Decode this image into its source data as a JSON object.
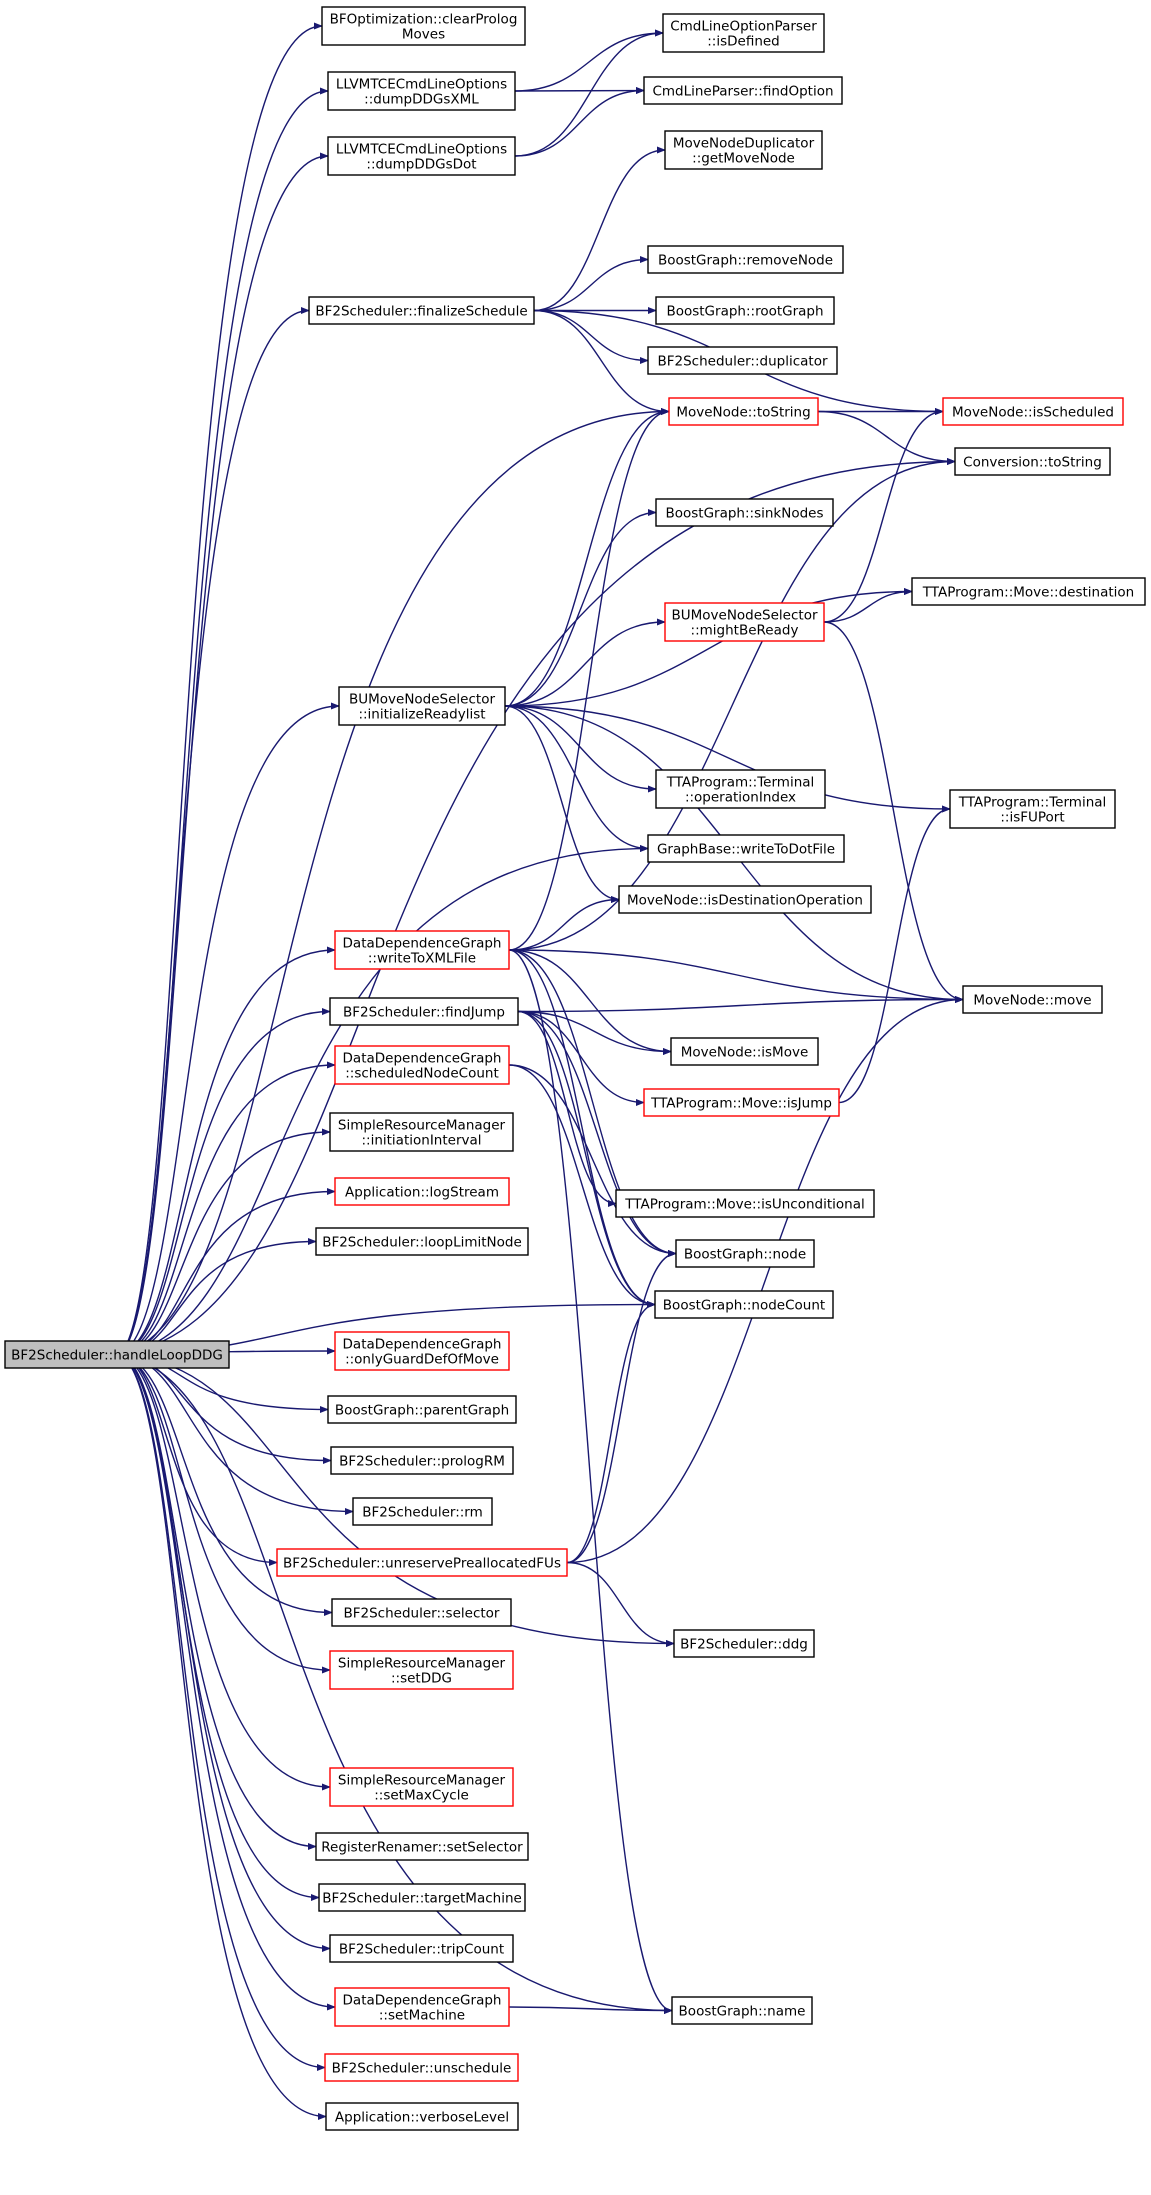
{
  "colors": {
    "edge": "#191970",
    "normal_border": "#000000",
    "truncated_border": "#ff0000",
    "root_fill": "#bfbfbf",
    "node_fill": "#ffffff"
  },
  "nodes": [
    {
      "id": "root",
      "lines": [
        "BF2Scheduler::handleLoopDDG"
      ],
      "style": "root"
    },
    {
      "id": "clearProlog",
      "lines": [
        "BFOptimization::clearProlog",
        "Moves"
      ],
      "style": "normal"
    },
    {
      "id": "dumpXML",
      "lines": [
        "LLVMTCECmdLineOptions",
        "::dumpDDGsXML"
      ],
      "style": "normal"
    },
    {
      "id": "dumpDot",
      "lines": [
        "LLVMTCECmdLineOptions",
        "::dumpDDGsDot"
      ],
      "style": "normal"
    },
    {
      "id": "isDefined",
      "lines": [
        "CmdLineOptionParser",
        "::isDefined"
      ],
      "style": "normal"
    },
    {
      "id": "findOption",
      "lines": [
        "CmdLineParser::findOption"
      ],
      "style": "normal"
    },
    {
      "id": "getMoveNode",
      "lines": [
        "MoveNodeDuplicator",
        "::getMoveNode"
      ],
      "style": "normal"
    },
    {
      "id": "finalize",
      "lines": [
        "BF2Scheduler::finalizeSchedule"
      ],
      "style": "normal"
    },
    {
      "id": "removeNode",
      "lines": [
        "BoostGraph::removeNode"
      ],
      "style": "normal"
    },
    {
      "id": "rootGraph",
      "lines": [
        "BoostGraph::rootGraph"
      ],
      "style": "normal"
    },
    {
      "id": "duplicator",
      "lines": [
        "BF2Scheduler::duplicator"
      ],
      "style": "normal"
    },
    {
      "id": "mnToString",
      "lines": [
        "MoveNode::toString"
      ],
      "style": "truncated"
    },
    {
      "id": "isScheduled",
      "lines": [
        "MoveNode::isScheduled"
      ],
      "style": "truncated"
    },
    {
      "id": "convToString",
      "lines": [
        "Conversion::toString"
      ],
      "style": "normal"
    },
    {
      "id": "sinkNodes",
      "lines": [
        "BoostGraph::sinkNodes"
      ],
      "style": "normal"
    },
    {
      "id": "mightBeReady",
      "lines": [
        "BUMoveNodeSelector",
        "::mightBeReady"
      ],
      "style": "truncated"
    },
    {
      "id": "destination",
      "lines": [
        "TTAProgram::Move::destination"
      ],
      "style": "normal"
    },
    {
      "id": "initReady",
      "lines": [
        "BUMoveNodeSelector",
        "::initializeReadylist"
      ],
      "style": "normal"
    },
    {
      "id": "opIndex",
      "lines": [
        "TTAProgram::Terminal",
        "::operationIndex"
      ],
      "style": "normal"
    },
    {
      "id": "isFUPort",
      "lines": [
        "TTAProgram::Terminal",
        "::isFUPort"
      ],
      "style": "normal"
    },
    {
      "id": "writeDot",
      "lines": [
        "GraphBase::writeToDotFile"
      ],
      "style": "normal"
    },
    {
      "id": "isDestOp",
      "lines": [
        "MoveNode::isDestinationOperation"
      ],
      "style": "normal"
    },
    {
      "id": "writeXML",
      "lines": [
        "DataDependenceGraph",
        "::writeToXMLFile"
      ],
      "style": "truncated"
    },
    {
      "id": "mnMove",
      "lines": [
        "MoveNode::move"
      ],
      "style": "normal"
    },
    {
      "id": "findJump",
      "lines": [
        "BF2Scheduler::findJump"
      ],
      "style": "normal"
    },
    {
      "id": "isMove",
      "lines": [
        "MoveNode::isMove"
      ],
      "style": "normal"
    },
    {
      "id": "schedCount",
      "lines": [
        "DataDependenceGraph",
        "::scheduledNodeCount"
      ],
      "style": "truncated"
    },
    {
      "id": "isJump",
      "lines": [
        "TTAProgram::Move::isJump"
      ],
      "style": "truncated"
    },
    {
      "id": "initInterval",
      "lines": [
        "SimpleResourceManager",
        "::initiationInterval"
      ],
      "style": "normal"
    },
    {
      "id": "logStream",
      "lines": [
        "Application::logStream"
      ],
      "style": "truncated"
    },
    {
      "id": "isUncond",
      "lines": [
        "TTAProgram::Move::isUnconditional"
      ],
      "style": "normal"
    },
    {
      "id": "loopLimit",
      "lines": [
        "BF2Scheduler::loopLimitNode"
      ],
      "style": "normal"
    },
    {
      "id": "bgNode",
      "lines": [
        "BoostGraph::node"
      ],
      "style": "normal"
    },
    {
      "id": "nodeCount",
      "lines": [
        "BoostGraph::nodeCount"
      ],
      "style": "normal"
    },
    {
      "id": "onlyGuard",
      "lines": [
        "DataDependenceGraph",
        "::onlyGuardDefOfMove"
      ],
      "style": "truncated"
    },
    {
      "id": "parentGraph",
      "lines": [
        "BoostGraph::parentGraph"
      ],
      "style": "normal"
    },
    {
      "id": "prologRM",
      "lines": [
        "BF2Scheduler::prologRM"
      ],
      "style": "normal"
    },
    {
      "id": "rm",
      "lines": [
        "BF2Scheduler::rm"
      ],
      "style": "normal"
    },
    {
      "id": "unreserve",
      "lines": [
        "BF2Scheduler::unreservePreallocatedFUs"
      ],
      "style": "truncated"
    },
    {
      "id": "selector",
      "lines": [
        "BF2Scheduler::selector"
      ],
      "style": "normal"
    },
    {
      "id": "ddg",
      "lines": [
        "BF2Scheduler::ddg"
      ],
      "style": "normal"
    },
    {
      "id": "setDDG",
      "lines": [
        "SimpleResourceManager",
        "::setDDG"
      ],
      "style": "truncated"
    },
    {
      "id": "setMaxCycle",
      "lines": [
        "SimpleResourceManager",
        "::setMaxCycle"
      ],
      "style": "truncated"
    },
    {
      "id": "setSelector",
      "lines": [
        "RegisterRenamer::setSelector"
      ],
      "style": "normal"
    },
    {
      "id": "targetMachine",
      "lines": [
        "BF2Scheduler::targetMachine"
      ],
      "style": "normal"
    },
    {
      "id": "tripCount",
      "lines": [
        "BF2Scheduler::tripCount"
      ],
      "style": "normal"
    },
    {
      "id": "setMachine",
      "lines": [
        "DataDependenceGraph",
        "::setMachine"
      ],
      "style": "truncated"
    },
    {
      "id": "bgName",
      "lines": [
        "BoostGraph::name"
      ],
      "style": "normal"
    },
    {
      "id": "unschedule",
      "lines": [
        "BF2Scheduler::unschedule"
      ],
      "style": "truncated"
    },
    {
      "id": "verbose",
      "lines": [
        "Application::verboseLevel"
      ],
      "style": "normal"
    }
  ],
  "edges": [
    [
      "root",
      "clearProlog"
    ],
    [
      "root",
      "dumpXML"
    ],
    [
      "root",
      "dumpDot"
    ],
    [
      "root",
      "finalize"
    ],
    [
      "root",
      "mnToString"
    ],
    [
      "root",
      "convToString"
    ],
    [
      "root",
      "initReady"
    ],
    [
      "root",
      "writeDot"
    ],
    [
      "root",
      "writeXML"
    ],
    [
      "root",
      "findJump"
    ],
    [
      "root",
      "schedCount"
    ],
    [
      "root",
      "initInterval"
    ],
    [
      "root",
      "logStream"
    ],
    [
      "root",
      "loopLimit"
    ],
    [
      "root",
      "nodeCount"
    ],
    [
      "root",
      "onlyGuard"
    ],
    [
      "root",
      "parentGraph"
    ],
    [
      "root",
      "prologRM"
    ],
    [
      "root",
      "rm"
    ],
    [
      "root",
      "unreserve"
    ],
    [
      "root",
      "selector"
    ],
    [
      "root",
      "ddg"
    ],
    [
      "root",
      "setDDG"
    ],
    [
      "root",
      "setMaxCycle"
    ],
    [
      "root",
      "setSelector"
    ],
    [
      "root",
      "targetMachine"
    ],
    [
      "root",
      "tripCount"
    ],
    [
      "root",
      "setMachine"
    ],
    [
      "root",
      "unschedule"
    ],
    [
      "root",
      "verbose"
    ],
    [
      "root",
      "bgName"
    ],
    [
      "dumpXML",
      "isDefined"
    ],
    [
      "dumpXML",
      "findOption"
    ],
    [
      "dumpDot",
      "isDefined"
    ],
    [
      "dumpDot",
      "findOption"
    ],
    [
      "finalize",
      "getMoveNode"
    ],
    [
      "finalize",
      "removeNode"
    ],
    [
      "finalize",
      "rootGraph"
    ],
    [
      "finalize",
      "duplicator"
    ],
    [
      "finalize",
      "mnToString"
    ],
    [
      "finalize",
      "isScheduled"
    ],
    [
      "mnToString",
      "isScheduled"
    ],
    [
      "mnToString",
      "convToString"
    ],
    [
      "mightBeReady",
      "isScheduled"
    ],
    [
      "mightBeReady",
      "destination"
    ],
    [
      "mightBeReady",
      "mnMove"
    ],
    [
      "initReady",
      "mnToString"
    ],
    [
      "initReady",
      "sinkNodes"
    ],
    [
      "initReady",
      "destination"
    ],
    [
      "initReady",
      "mightBeReady"
    ],
    [
      "initReady",
      "isFUPort"
    ],
    [
      "initReady",
      "mnMove"
    ],
    [
      "initReady",
      "opIndex"
    ],
    [
      "initReady",
      "writeDot"
    ],
    [
      "initReady",
      "isDestOp"
    ],
    [
      "writeXML",
      "mnToString"
    ],
    [
      "writeXML",
      "convToString"
    ],
    [
      "writeXML",
      "isDestOp"
    ],
    [
      "writeXML",
      "mnMove"
    ],
    [
      "writeXML",
      "isMove"
    ],
    [
      "writeXML",
      "bgNode"
    ],
    [
      "writeXML",
      "nodeCount"
    ],
    [
      "writeXML",
      "bgName"
    ],
    [
      "findJump",
      "isMove"
    ],
    [
      "findJump",
      "isJump"
    ],
    [
      "findJump",
      "mnMove"
    ],
    [
      "findJump",
      "isUncond"
    ],
    [
      "findJump",
      "bgNode"
    ],
    [
      "findJump",
      "nodeCount"
    ],
    [
      "schedCount",
      "bgNode"
    ],
    [
      "schedCount",
      "nodeCount"
    ],
    [
      "isJump",
      "isFUPort"
    ],
    [
      "unreserve",
      "bgNode"
    ],
    [
      "unreserve",
      "nodeCount"
    ],
    [
      "unreserve",
      "mnMove"
    ],
    [
      "unreserve",
      "ddg"
    ],
    [
      "setMachine",
      "bgName"
    ]
  ]
}
